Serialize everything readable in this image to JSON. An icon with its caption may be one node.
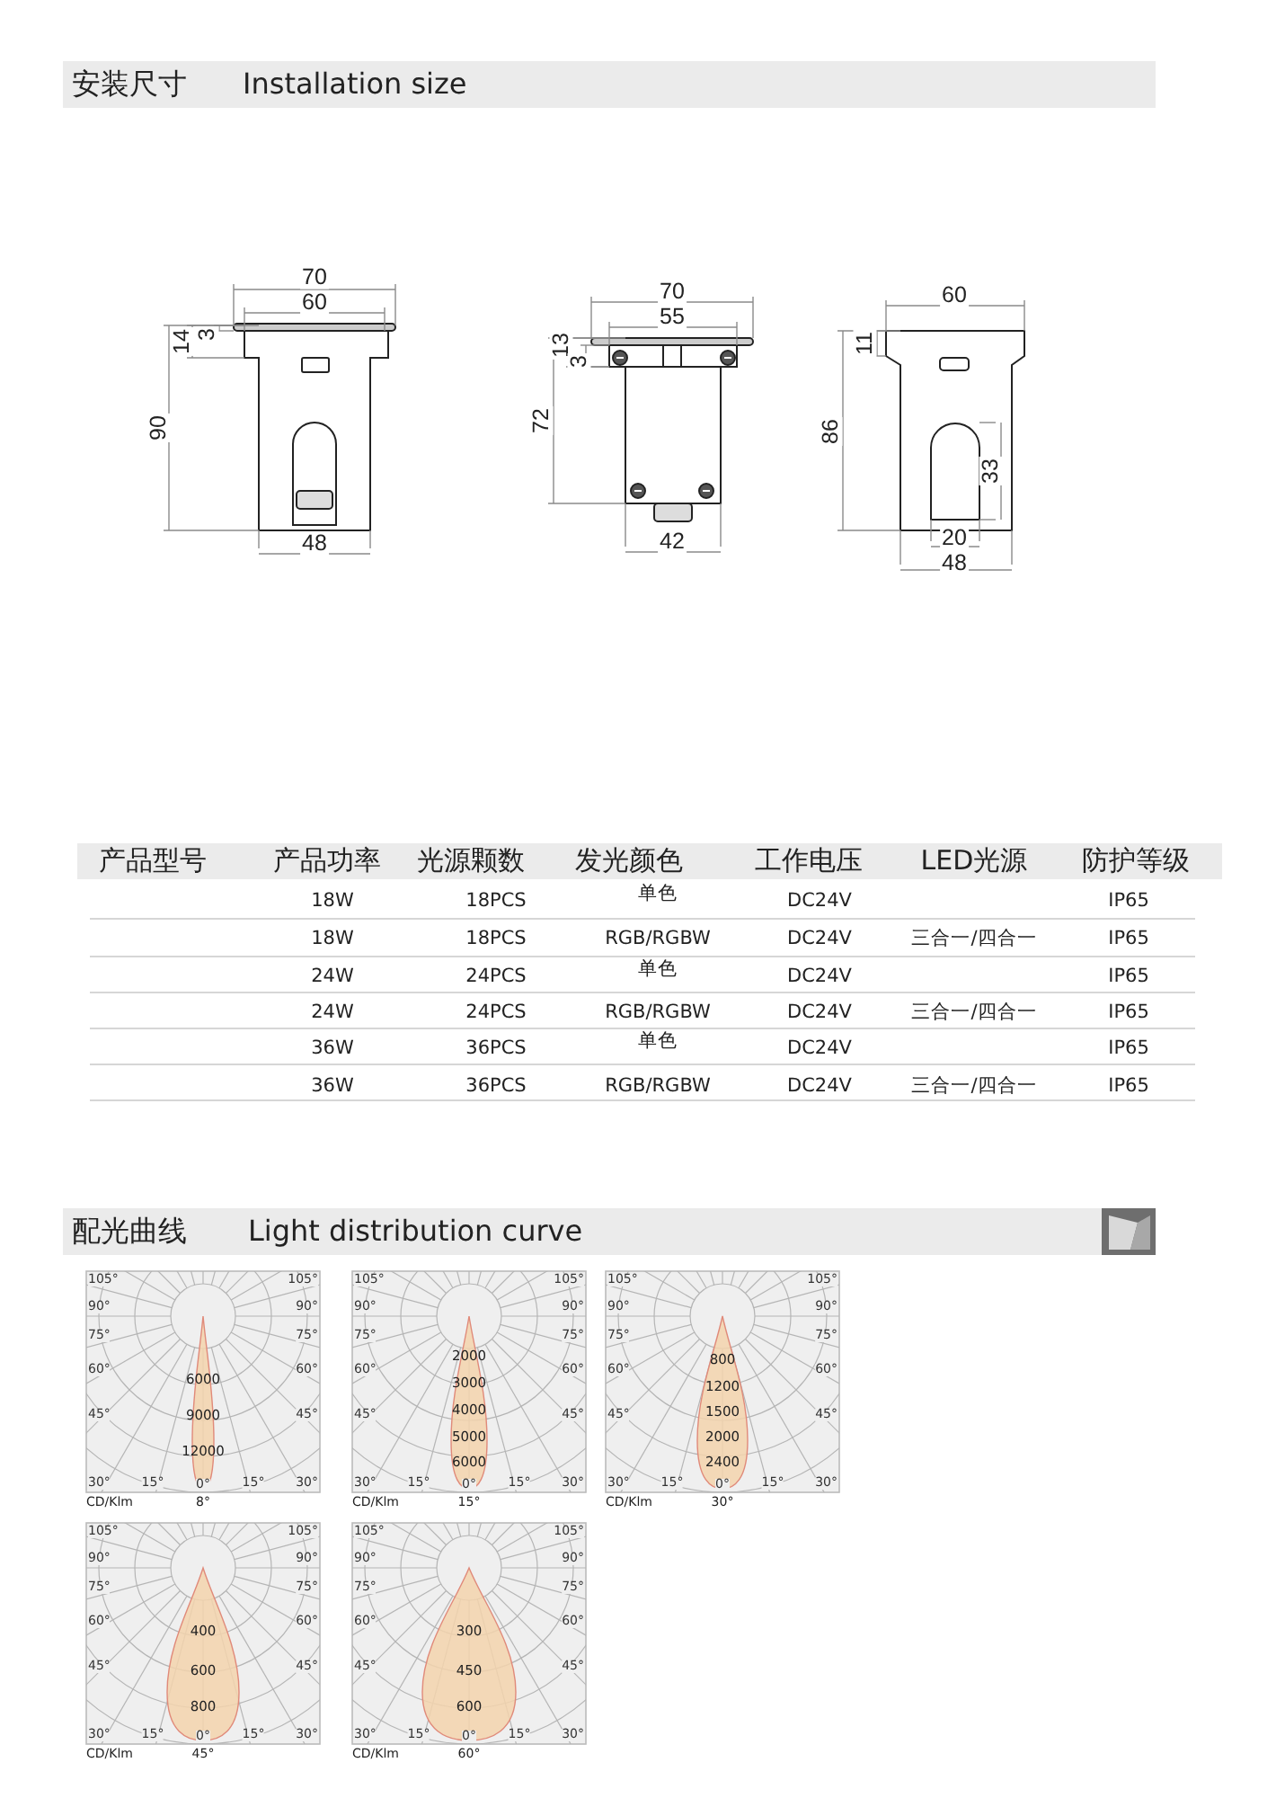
{
  "diagram": {
    "labels": [
      "安装尺寸",
      "Installation size",
      "70",
      "60",
      "14",
      "3",
      "90",
      "48",
      "70",
      "55",
      "13",
      "3",
      "72",
      "42",
      "60",
      "11",
      "86",
      "33",
      "20",
      "48",
      "产品型号",
      "产品功率",
      "光源颗数",
      "发光颜色",
      "工作电压",
      "LED光源",
      "防护等级",
      "18W",
      "18PCS",
      "单色",
      "DC24V",
      "IP65",
      "18W",
      "18PCS",
      "RGB/RGBW",
      "DC24V",
      "三合一/四合一",
      "IP65",
      "24W",
      "24PCS",
      "单色",
      "DC24V",
      "IP65",
      "24W",
      "24PCS",
      "RGB/RGBW",
      "DC24V",
      "三合一/四合一",
      "IP65",
      "36W",
      "36PCS",
      "单色",
      "DC24V",
      "IP65",
      "36W",
      "36PCS",
      "RGB/RGBW",
      "DC24V",
      "三合一/四合一",
      "IP65",
      "配光曲线",
      "Light distribution curve",
      "105°",
      "105°",
      "90°",
      "90°",
      "75°",
      "75°",
      "60°",
      "60°",
      "45°",
      "45°",
      "30°",
      "15°",
      "0°",
      "15°",
      "30°",
      "6000",
      "9000",
      "12000",
      "CD/Klm",
      "8°",
      "105°",
      "105°",
      "90°",
      "90°",
      "75°",
      "75°",
      "60°",
      "60°",
      "45°",
      "45°",
      "30°",
      "15°",
      "0°",
      "15°",
      "30°",
      "2000",
      "3000",
      "4000",
      "5000",
      "6000",
      "CD/Klm",
      "15°",
      "105°",
      "105°",
      "90°",
      "90°",
      "75°",
      "75°",
      "60°",
      "60°",
      "45°",
      "45°",
      "30°",
      "15°",
      "0°",
      "15°",
      "30°",
      "800",
      "1200",
      "1500",
      "2000",
      "2400",
      "CD/Klm",
      "30°",
      "105°",
      "105°",
      "90°",
      "90°",
      "75°",
      "75°",
      "60°",
      "60°",
      "45°",
      "45°",
      "30°",
      "15°",
      "0°",
      "15°",
      "30°",
      "400",
      "600",
      "800",
      "CD/Klm",
      "45°",
      "105°",
      "105°",
      "90°",
      "90°",
      "75°",
      "75°",
      "60°",
      "60°",
      "45°",
      "45°",
      "30°",
      "15°",
      "0°",
      "15°",
      "30°",
      "300",
      "450",
      "600",
      "CD/Klm",
      "60°"
    ]
  }
}
